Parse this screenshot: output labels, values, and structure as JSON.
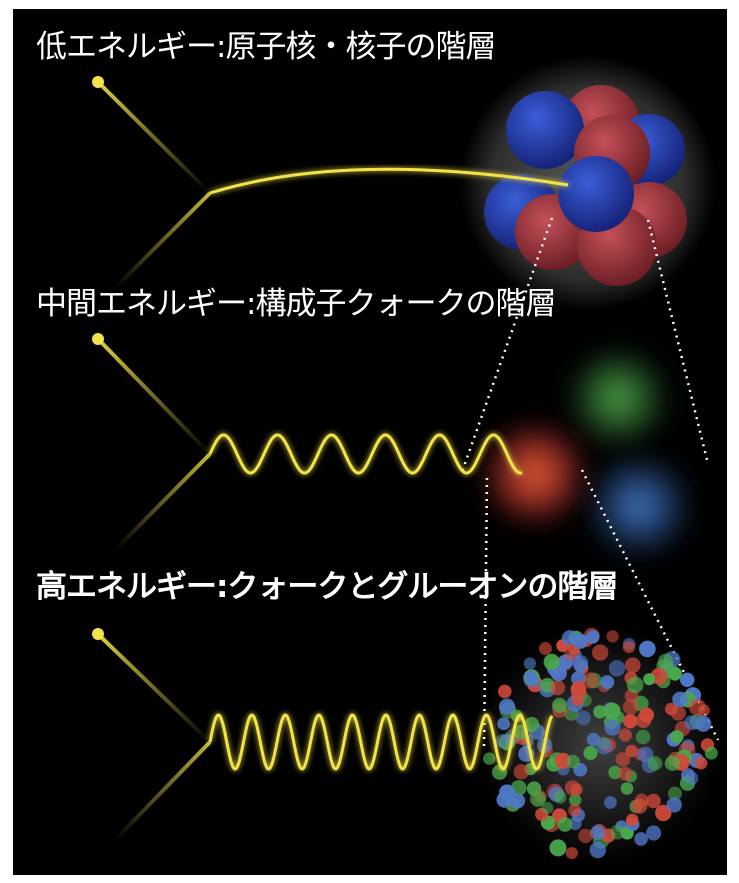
{
  "levels": [
    {
      "title": "低エネルギー:原子核・核子の階層"
    },
    {
      "title": "中間エネルギー:構成子クォークの階層"
    },
    {
      "title": "高エネルギー:クォークとグルーオンの階層"
    }
  ],
  "colors": {
    "background": "#000000",
    "beam": "#f2e34a",
    "proton": "#a8353c",
    "neutron": "#2540b8",
    "quark_red": "#e0503a",
    "quark_green": "#4fb04a",
    "quark_blue": "#3c7ed8"
  }
}
